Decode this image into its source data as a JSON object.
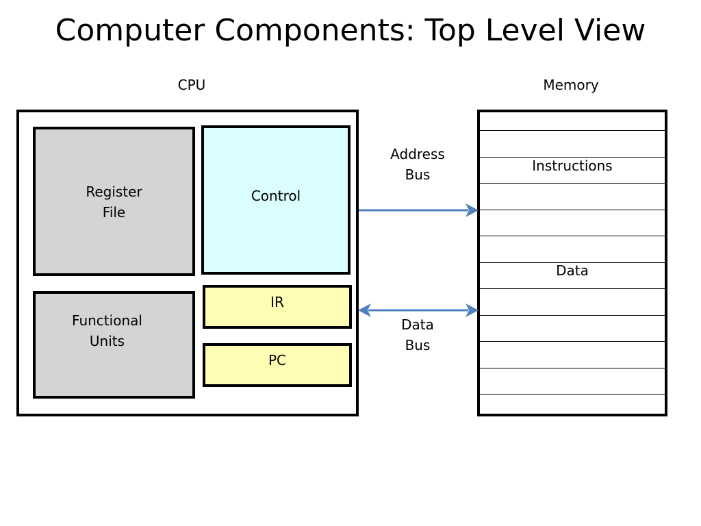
{
  "title": "Computer Components: Top Level View",
  "labels": {
    "cpu": "CPU",
    "memory": "Memory"
  },
  "cpu": {
    "register_file": "Register\nFile",
    "control": "Control",
    "functional_units": "Functional\nUnits",
    "ir": "IR",
    "pc": "PC"
  },
  "memory_labels": {
    "instructions": "Instructions",
    "data": "Data"
  },
  "buses": {
    "address": "Address\nBus",
    "data": "Data\nBus"
  },
  "colors": {
    "arrow": "#4f81bd",
    "register_fill": "#d4d4d4",
    "control_fill": "#dafdfd",
    "ir_pc_fill": "#fffdb4"
  }
}
